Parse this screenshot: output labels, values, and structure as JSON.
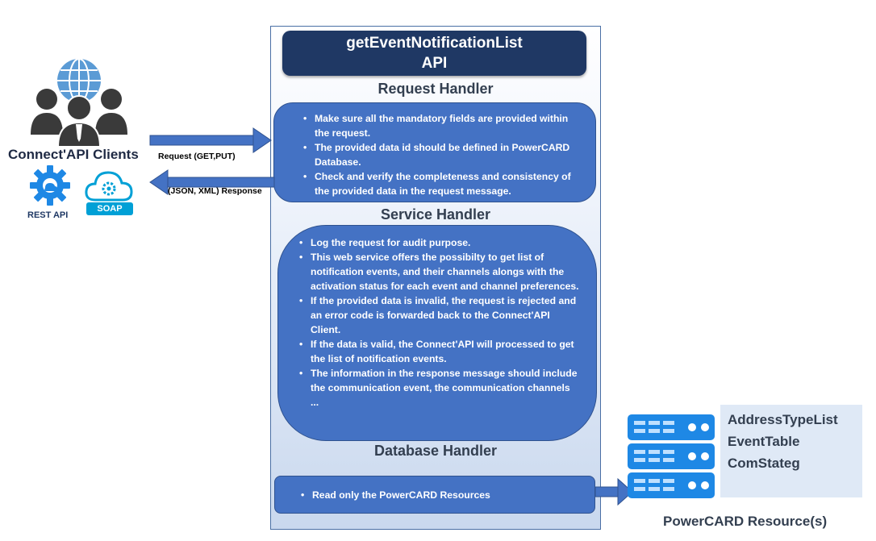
{
  "api": {
    "title_line1": "getEventNotificationList",
    "title_line2": "API"
  },
  "sections": {
    "request": "Request Handler",
    "service": "Service Handler",
    "database": "Database Handler"
  },
  "request_items": [
    "Make sure all the mandatory fields are provided within the request.",
    "The provided data id should be defined in PowerCARD Database.",
    "Check and verify the completeness and consistency of the provided data in the request message."
  ],
  "service_items": [
    "Log the request for audit purpose.",
    "This web service offers the possibilty to get list of notification events, and their channels alongs with the activation status for each event and channel preferences.",
    "If the provided data is invalid, the request is rejected and an error code is forwarded back to the Connect'API Client.",
    "If the data is  valid, the Connect'API will processed to get the list of notification events.",
    "The information in the response message should include the communication event, the communication channels ..."
  ],
  "database_items": [
    "Read only the PowerCARD Resources"
  ],
  "clients": {
    "label": "Connect'API Clients",
    "request_label": "Request (GET,PUT)",
    "response_label": "(JSON, XML) Response",
    "rest_label": "REST API",
    "soap_label": "SOAP"
  },
  "resources": {
    "items": [
      "AddressTypeList",
      "EventTable",
      "ComStateg"
    ],
    "caption": "PowerCARD Resource(s)"
  },
  "colors": {
    "navy": "#1f3864",
    "card_blue": "#4472c4",
    "arrow_blue": "#4472c4",
    "icon_blue": "#1e88e5"
  }
}
